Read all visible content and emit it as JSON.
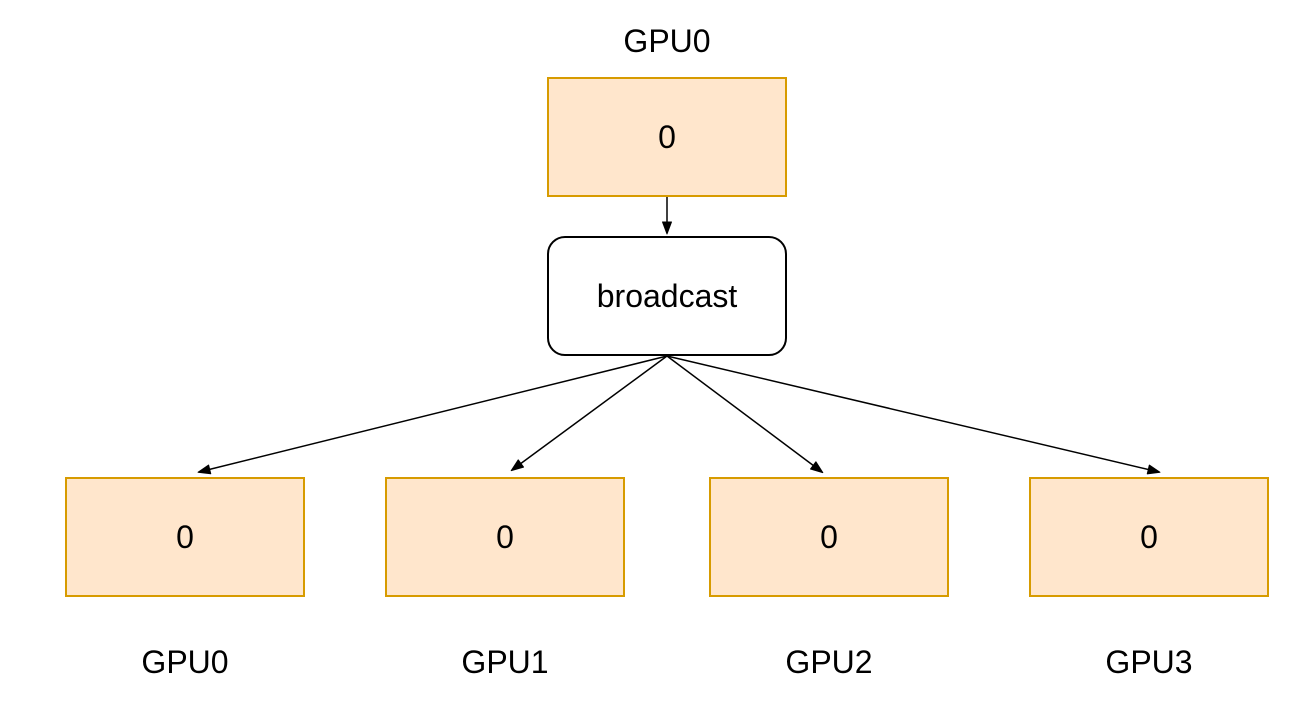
{
  "colors": {
    "box_fill": "#ffe6cc",
    "box_stroke": "#d79b00",
    "op_fill": "#ffffff",
    "op_stroke": "#000000",
    "arrow": "#000000",
    "text": "#000000"
  },
  "input": {
    "gpu_label": "GPU0",
    "value": "0"
  },
  "operation": {
    "label": "broadcast"
  },
  "outputs": [
    {
      "gpu_label": "GPU0",
      "value": "0"
    },
    {
      "gpu_label": "GPU1",
      "value": "0"
    },
    {
      "gpu_label": "GPU2",
      "value": "0"
    },
    {
      "gpu_label": "GPU3",
      "value": "0"
    }
  ]
}
